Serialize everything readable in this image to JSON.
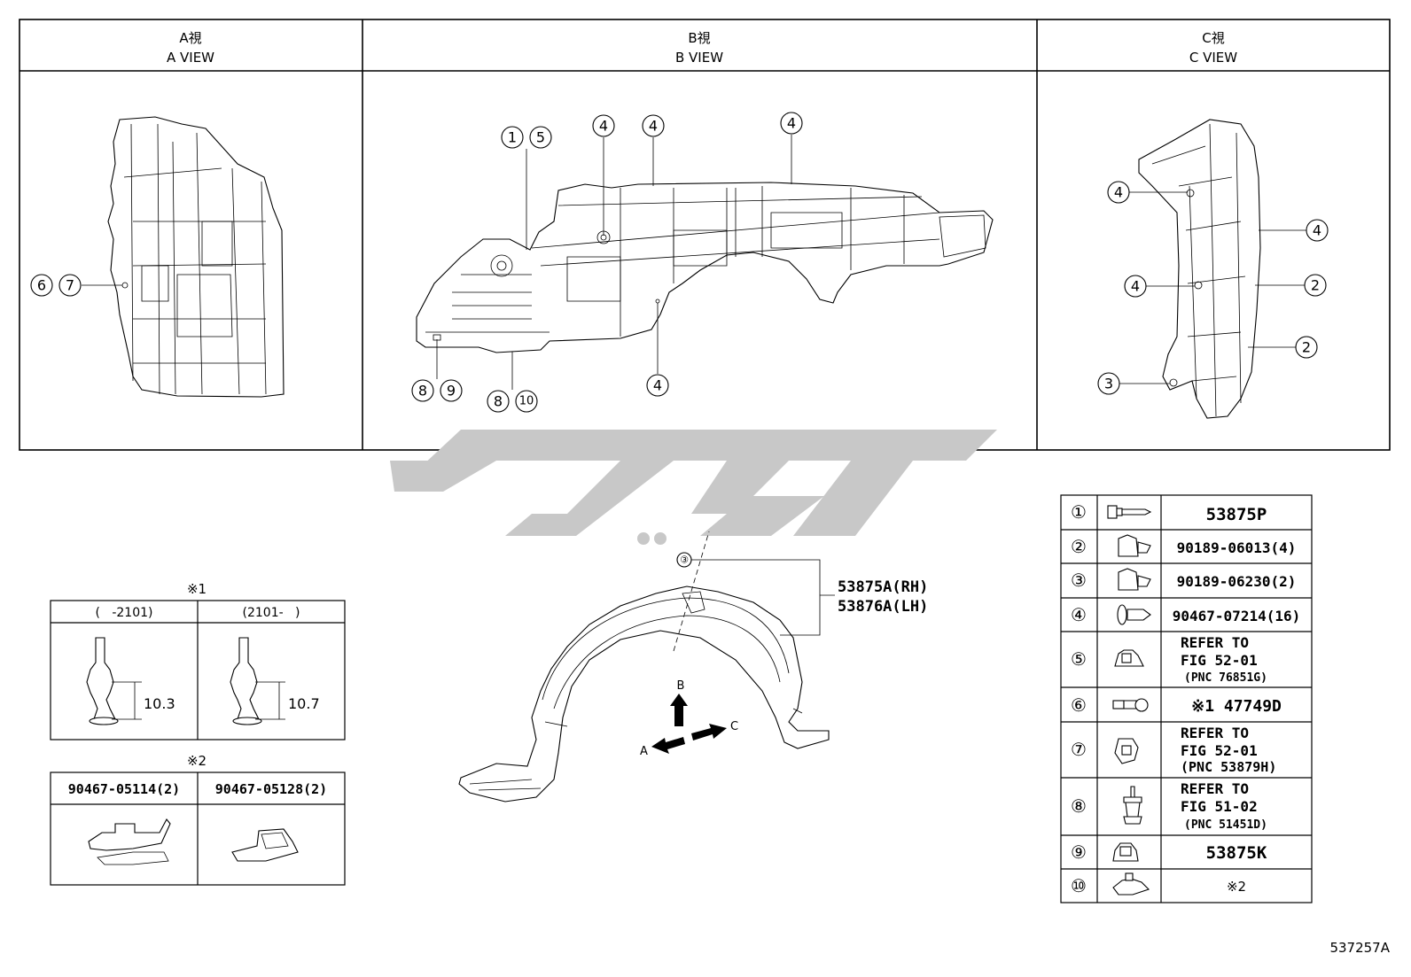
{
  "views": [
    {
      "title_jp": "A視",
      "title_en": "A VIEW"
    },
    {
      "title_jp": "B視",
      "title_en": "B VIEW"
    },
    {
      "title_jp": "C視",
      "title_en": "C VIEW"
    }
  ],
  "callouts": {
    "one": "1",
    "two": "2",
    "three": "3",
    "four": "4",
    "five": "5",
    "six": "6",
    "seven": "7",
    "eight": "8",
    "nine": "9",
    "ten": "10"
  },
  "main_part": {
    "rh": "53875A(RH)",
    "lh": "53876A(LH)",
    "marker": "③"
  },
  "arrows": {
    "a": "A",
    "b": "B",
    "c": "C"
  },
  "note1": {
    "mark": "※1",
    "col1": "(   -2101)",
    "col2": "(2101-   )",
    "dim1": "10.3",
    "dim2": "10.7"
  },
  "note2": {
    "mark": "※2",
    "col1": "90467-05114(2)",
    "col2": "90467-05128(2)"
  },
  "legend": [
    {
      "no": "①",
      "lines": [
        "53875P"
      ]
    },
    {
      "no": "②",
      "lines": [
        "90189-06013(4)"
      ]
    },
    {
      "no": "③",
      "lines": [
        "90189-06230(2)"
      ]
    },
    {
      "no": "④",
      "lines": [
        "90467-07214(16)"
      ]
    },
    {
      "no": "⑤",
      "lines": [
        "REFER TO",
        "FIG 52-01",
        "(PNC 76851G)"
      ]
    },
    {
      "no": "⑥",
      "lines": [
        "※1 47749D"
      ]
    },
    {
      "no": "⑦",
      "lines": [
        "REFER TO",
        "FIG 52-01",
        "(PNC 53879H)"
      ]
    },
    {
      "no": "⑧",
      "lines": [
        "REFER TO",
        "FIG 51-02",
        "(PNC 51451D)"
      ]
    },
    {
      "no": "⑨",
      "lines": [
        "53875K"
      ]
    },
    {
      "no": "⑩",
      "lines": [
        "※2"
      ]
    }
  ],
  "figure_code": "537257A",
  "colors": {
    "watermark": "#c8c8c8",
    "line": "#000000"
  }
}
